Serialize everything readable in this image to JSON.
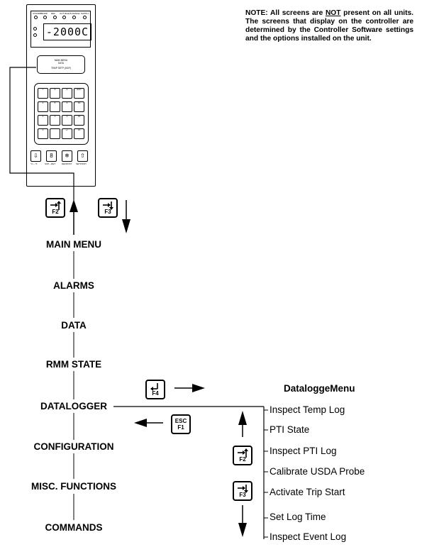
{
  "note": {
    "prefix": "NOTE: All screens are ",
    "emphasis": "NOT",
    "suffix": " present on all units. The screens that display on the controller are determined by the Controller Software settings and the options installed on the unit."
  },
  "controller": {
    "indicators": [
      "STANDBY",
      "COMP",
      "DEF",
      "OUT RGE",
      "IN RANGE",
      "SUPPLY"
    ],
    "lcd_value": "-2000C",
    "display_lines": [
      "MAIN MENU",
      "DATA",
      "TEMP      SETP      (0G/F)"
    ],
    "keypad": [
      [
        "7",
        "8",
        "9",
        "ESC"
      ],
      [
        "4",
        "5",
        "6",
        "F2"
      ],
      [
        "1",
        "2",
        "3",
        "F3"
      ],
      [
        "0",
        ".",
        "+/-",
        "F4"
      ]
    ],
    "function_keys": [
      "°C↔°F",
      "SUP↔RET",
      "DEFROST",
      "SETPOINT"
    ]
  },
  "keys": {
    "f2": "F2",
    "f3": "F3",
    "f4": "F4",
    "esc_top": "ESC",
    "esc_bottom": "F1"
  },
  "main_menu": [
    "MAIN MENU",
    "ALARMS",
    "DATA",
    "RMM STATE",
    "DATALOGGER",
    "CONFIGURATION",
    "MISC. FUNCTIONS",
    "COMMANDS"
  ],
  "datalogger_menu": {
    "title": "DataloggeMenu",
    "items": [
      "Inspect Temp Log",
      "PTI State",
      "Inspect PTI Log",
      "Calibrate USDA Probe",
      "Activate Trip Start",
      "Set Log Time",
      "Inspect Event Log"
    ]
  }
}
